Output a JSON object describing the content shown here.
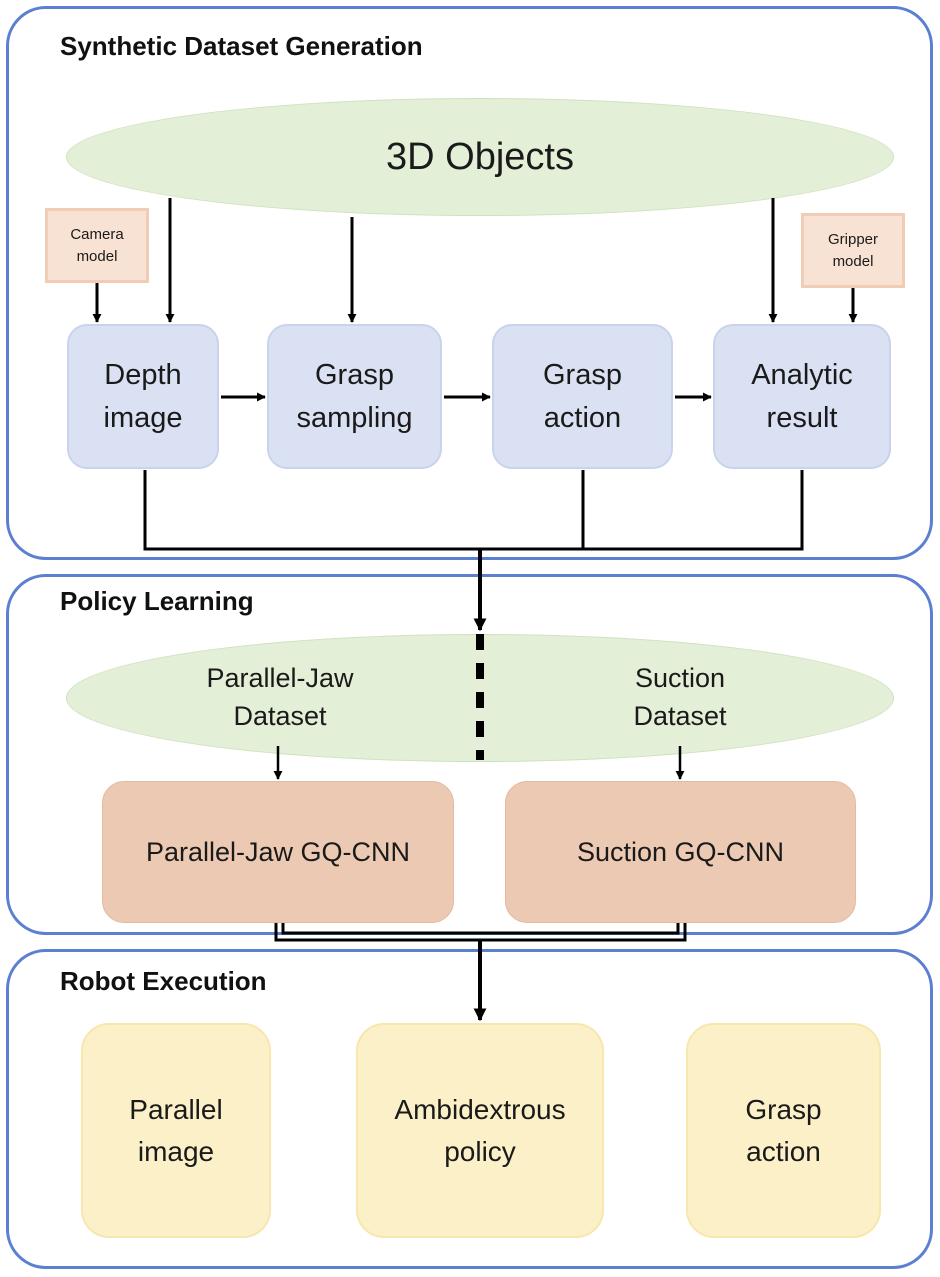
{
  "panels": {
    "synthetic": {
      "title": "Synthetic Dataset Generation"
    },
    "policy": {
      "title": "Policy Learning"
    },
    "robot": {
      "title": "Robot Execution"
    }
  },
  "synthetic": {
    "objects": "3D Objects",
    "camera_model": "Camera\nmodel",
    "gripper_model": "Gripper\nmodel",
    "steps": [
      {
        "label": "Depth\nimage"
      },
      {
        "label": "Grasp\nsampling"
      },
      {
        "label": "Grasp\naction"
      },
      {
        "label": "Analytic\nresult"
      }
    ]
  },
  "policy": {
    "parallel_dataset": "Parallel-Jaw\nDataset",
    "suction_dataset": "Suction\nDataset",
    "parallel_cnn": "Parallel-Jaw GQ-CNN",
    "suction_cnn": "Suction GQ-CNN"
  },
  "robot": {
    "boxes": [
      {
        "label": "Parallel\nimage"
      },
      {
        "label": "Ambidextrous\npolicy"
      },
      {
        "label": "Grasp\naction"
      }
    ]
  },
  "colors": {
    "panel_border": "#5b7fd1",
    "ellipse_fill": "#e3efd6",
    "step_fill": "#d9e1f3",
    "model_fill": "#f7e2d4",
    "cnn_fill": "#ecc9b2",
    "robot_fill": "#fbf0c8",
    "line": "#000000"
  }
}
